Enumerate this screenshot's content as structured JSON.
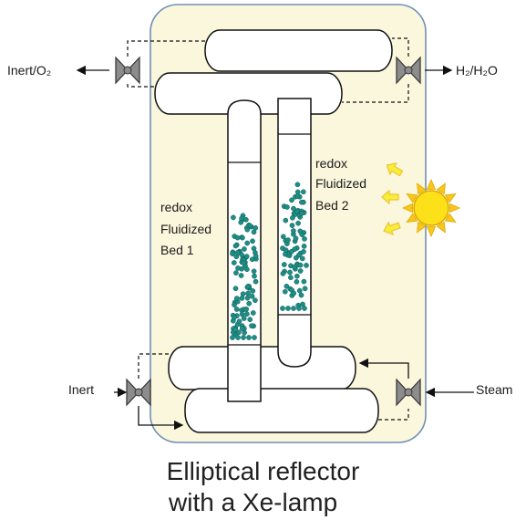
{
  "labels": {
    "inert_o2": "Inert/O₂",
    "h2_h2o": "H₂/H₂O",
    "inert": "Inert",
    "steam": "Steam",
    "bed1": [
      "redox",
      "Fluidized",
      "Bed 1"
    ],
    "bed2": [
      "redox",
      "Fluidized",
      "Bed 2"
    ]
  },
  "caption": [
    "Elliptical reflector",
    "with a Xe-lamp"
  ],
  "colors": {
    "reflector_fill": "#fbf7dc",
    "reflector_stroke": "#6f8fb8",
    "particle": "#1e8f86",
    "sun_fill": "#fbe01a",
    "sun_ray": "#f7c81a",
    "arrow_fill": "#f6ef3a",
    "arrow_stroke": "#f1c232",
    "valve_fill": "#8c8c8c"
  },
  "icons": [
    "sun-icon",
    "valve-icon"
  ]
}
